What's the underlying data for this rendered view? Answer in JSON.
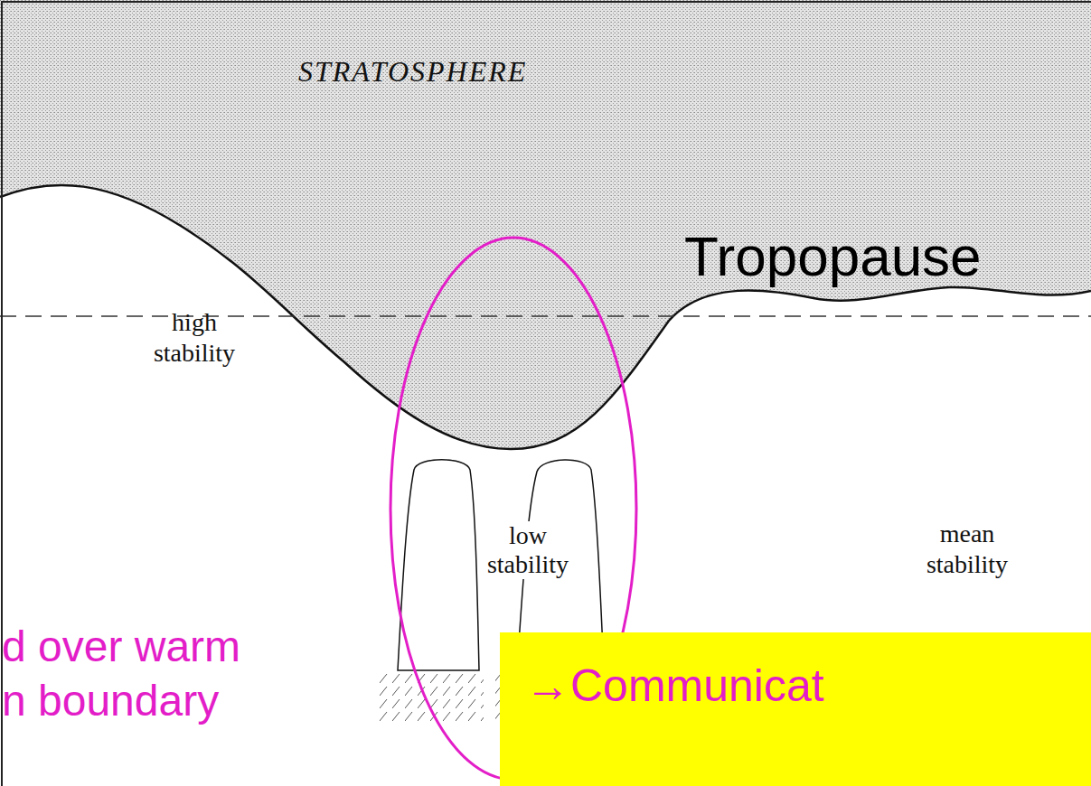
{
  "diagram": {
    "nodes": [
      {
        "text": [
          "STRATOSPHERE"
        ]
      },
      {
        "text": [
          "low stability"
        ]
      },
      {
        "text": [
          "→Communicat"
        ]
      }
    ],
    "labels": [
      "Tropopause",
      "high stability",
      "mean stability",
      "d over warm",
      "n boundary"
    ]
  }
}
